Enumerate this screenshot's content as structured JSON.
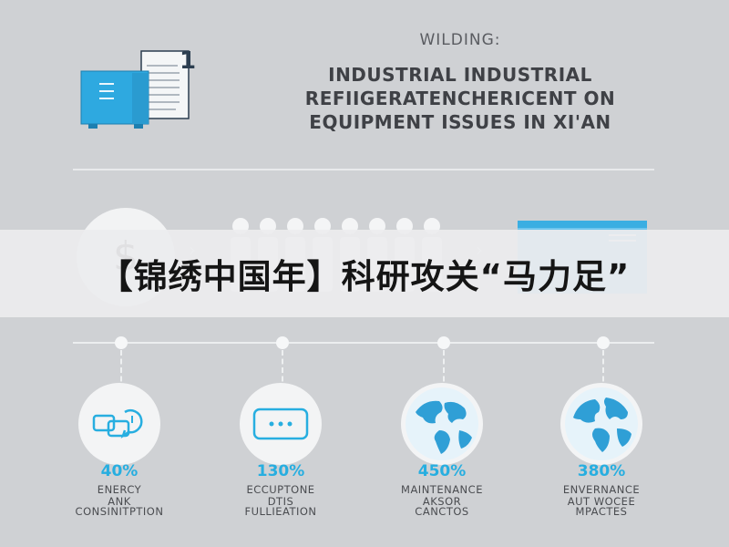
{
  "header": {
    "kicker": "WILDING:",
    "title_lines": [
      "INDUSTRIAL INDUSTRIAL",
      "REFIIGERATENCHERICENT ON",
      "EQUIPMENT ISSUES IN XI'AN"
    ],
    "doc_number": "1"
  },
  "banner": {
    "text": "【锦绣中国年】科研攻关“马力足”"
  },
  "metrics": [
    {
      "value": "40%",
      "label": [
        "ENERCY",
        "ANK",
        "CONSINITPTION"
      ]
    },
    {
      "value": "130%",
      "label": [
        "ECCUPTONE",
        "DTIS",
        "FULLIEATION"
      ]
    },
    {
      "value": "450%",
      "label": [
        "MAINTENANCE",
        "AKSOR",
        "CANCTOS"
      ]
    },
    {
      "value": "380%",
      "label": [
        "ENVERNANCE",
        "AUT WOCEE",
        "MPACTES"
      ]
    }
  ],
  "colors": {
    "accent": "#27aee0",
    "icon_blue": "#2ea9e0",
    "background": "#cfd1d4"
  }
}
